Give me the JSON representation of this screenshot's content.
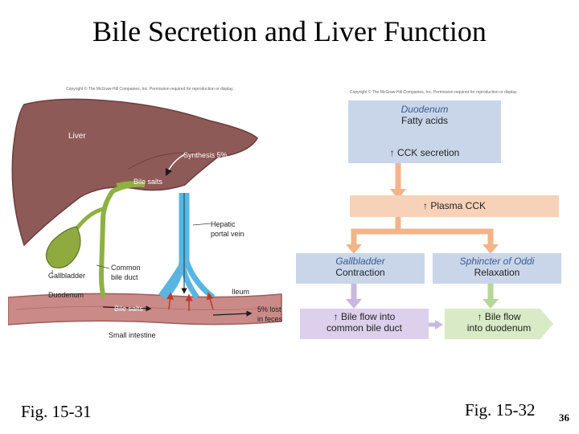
{
  "title": "Bile Secretion and Liver Function",
  "copyright": "Copyright © The McGraw-Hill Companies, Inc. Permission required for reproduction or display.",
  "left_figure": {
    "label": "Fig. 15-31",
    "labels": {
      "liver": "Liver",
      "synthesis": "Synthesis 5%",
      "bile_salts_top": "Bile salts",
      "hepatic_portal_vein_1": "Hepatic",
      "hepatic_portal_vein_2": "portal vein",
      "gallbladder": "Gallbladder",
      "common_bile_duct_1": "Common",
      "common_bile_duct_2": "bile duct",
      "duodenum": "Duodenum",
      "ileum": "Ileum",
      "bile_salts_bottom": "Bile salts",
      "lost_1": "5% lost",
      "lost_2": "in feces",
      "small_intestine": "Small intestine"
    }
  },
  "right_figure": {
    "label": "Fig. 15-32",
    "duodenum_box": {
      "title": "Duodenum",
      "line1": "Fatty acids",
      "line2": "↑ CCK secretion"
    },
    "plasma_box": {
      "text": "↑ Plasma CCK"
    },
    "gallbladder_box": {
      "title": "Gallbladder",
      "line1": "Contraction"
    },
    "oddi_box": {
      "title": "Sphincter of Oddi",
      "line1": "Relaxation"
    },
    "bile_flow_box": {
      "line1": "↑ Bile flow into",
      "line2": "common bile duct"
    },
    "duodenum_flow_box": {
      "line1": "↑ Bile flow",
      "line2": "into duodenum"
    },
    "colors": {
      "blue_box": "#c9d6ea",
      "orange_box": "#f7d2b8",
      "purple_box": "#ddd0ec",
      "green_box": "#d8ebc6"
    }
  },
  "page_number": "36"
}
